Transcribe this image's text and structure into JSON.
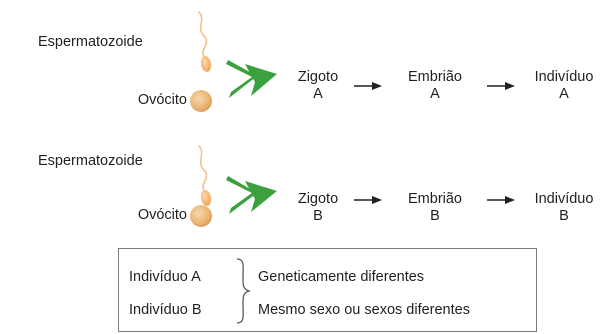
{
  "row_a": {
    "sperm_label": "Espermatozoide",
    "oocyte_label": "Ovócito",
    "zygote": [
      "Zigoto",
      "A"
    ],
    "embryo": [
      "Embrião",
      "A"
    ],
    "individual": [
      "Indivíduo",
      "A"
    ]
  },
  "row_b": {
    "sperm_label": "Espermatozoide",
    "oocyte_label": "Ovócito",
    "zygote": [
      "Zigoto",
      "B"
    ],
    "embryo": [
      "Embrião",
      "B"
    ],
    "individual": [
      "Indivíduo",
      "B"
    ]
  },
  "summary": {
    "left": [
      "Indivíduo A",
      "Indivíduo B"
    ],
    "right": [
      "Geneticamente diferentes",
      "Mesmo sexo ou sexos diferentes"
    ]
  },
  "colors": {
    "green_arrow": "#3aa13e",
    "sperm": "#f2b067",
    "oocyte": "#e9b574",
    "text": "#231f20",
    "box_border": "#7a7a7a"
  }
}
